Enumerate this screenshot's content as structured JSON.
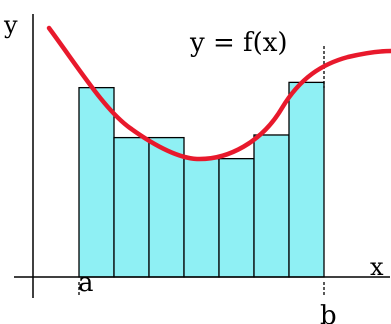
{
  "labels": {
    "y_axis": "y",
    "x_axis": "x",
    "a": "a",
    "b": "b",
    "function": "y = f(x)"
  },
  "colors": {
    "curve": "#e8192c",
    "bar_fill": "#8ff0f4",
    "bar_stroke": "#000000",
    "axis": "#000000",
    "background": "#ffffff"
  },
  "rectangles": [
    {
      "index": 1,
      "height": 0.72
    },
    {
      "index": 2,
      "height": 0.53
    },
    {
      "index": 3,
      "height": 0.53
    },
    {
      "index": 4,
      "height": 0.45
    },
    {
      "index": 5,
      "height": 0.45
    },
    {
      "index": 6,
      "height": 0.54
    },
    {
      "index": 7,
      "height": 0.74
    }
  ]
}
